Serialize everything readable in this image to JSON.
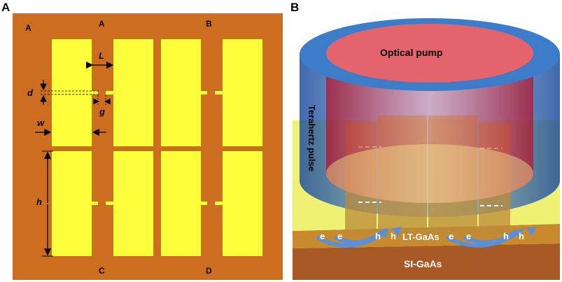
{
  "panel_a": {
    "panel_letter": "A",
    "corner_label": "A",
    "column_labels_top": [
      "A",
      "B"
    ],
    "column_labels_bottom": [
      "C",
      "D"
    ],
    "dimensions": {
      "length": "L",
      "gap_offset": "d",
      "gap": "g",
      "width": "w",
      "height": "h"
    },
    "colors": {
      "substrate": "#cc6d1f",
      "electrode": "#ffff3c"
    }
  },
  "panel_b": {
    "panel_letter": "B",
    "optical_pump": "Optical pump",
    "terahertz_pulse": "Terahertz pulse",
    "lt_gaas": "LT-GaAs",
    "si_gaas": "SI-GaAs",
    "carriers": [
      "e",
      "e",
      "h",
      "h",
      "e",
      "e",
      "h",
      "h"
    ],
    "colors": {
      "pump": "#e3646d",
      "thz": "#3d7cc8",
      "lt_layer": "#c98a2e",
      "si_layer": "#a85a26",
      "top_surface": "#f2ef45"
    }
  }
}
